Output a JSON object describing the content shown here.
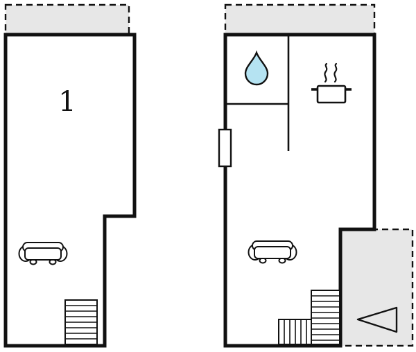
{
  "plan": {
    "rooms": {
      "room1": {
        "label": "1"
      }
    },
    "left_unit_features": [
      "terrace",
      "sofa",
      "stairs"
    ],
    "right_unit_features": [
      "terrace",
      "shower",
      "kitchen",
      "window",
      "sofa",
      "stairs",
      "entrance-arrow"
    ]
  },
  "icons": {
    "water_drop": "shower-water-drop-icon",
    "pot": "stove-pot-icon",
    "sofa": "sofa-icon",
    "stairs": "stairs-icon",
    "entrance_arrow": "entrance-arrow-icon",
    "door": "door-window-marker"
  },
  "colors": {
    "wall": "#111111",
    "line": "#111111",
    "terrace_fill": "#e7e7e7",
    "water": "#b5e3f2",
    "background": "#ffffff"
  }
}
